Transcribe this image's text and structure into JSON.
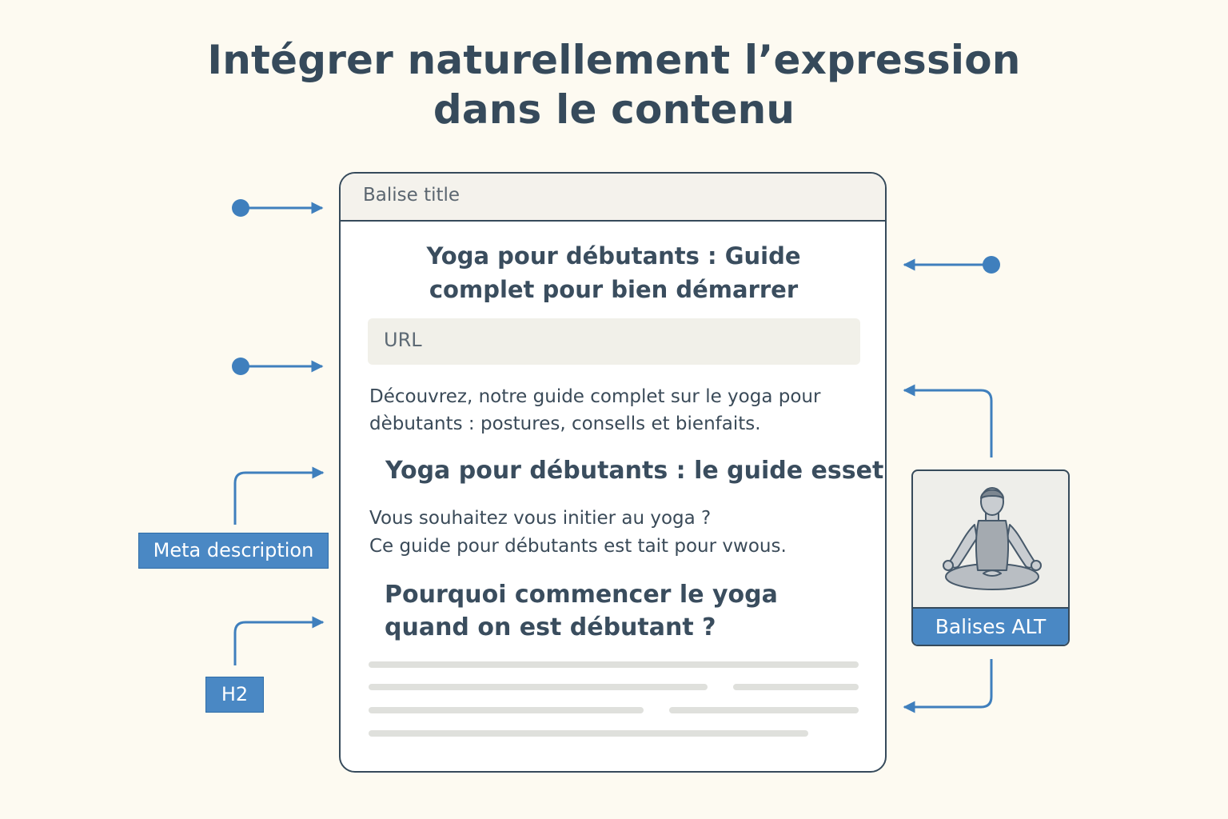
{
  "header": {
    "title_line1": "Intégrer naturellement l’expression",
    "title_line2": "dans le contenu"
  },
  "page_mockup": {
    "title_bar_label": "Balise title",
    "page_title_line1": "Yoga pour débutants : Guide",
    "page_title_line2": "complet pour bien démarrer",
    "url_label": "URL",
    "meta_line1": "Découvrez, notre guide complet sur le yoga pour",
    "meta_line2": "dèbutants : postures, consells et bienfaits.",
    "h1": "Yoga pour débutants : le guide essetiel",
    "intro_line1": "Vous souhaitez vous initier au yoga ?",
    "intro_line2": "Ce guide pour débutants est tait pour vwous.",
    "h2_line1": "Pourquoi commencer le yoga",
    "h2_line2": "quand on est débutant ?"
  },
  "callouts": {
    "meta_description": "Meta description",
    "h2": "H2",
    "alt_tags": "Balises ALT"
  },
  "image_card": {
    "icon": "meditation-figure-icon"
  },
  "colors": {
    "background": "#fdfaf1",
    "text_dark": "#364a5b",
    "accent_blue": "#4a88c4",
    "placeholder_gray": "#dfe0dc"
  }
}
